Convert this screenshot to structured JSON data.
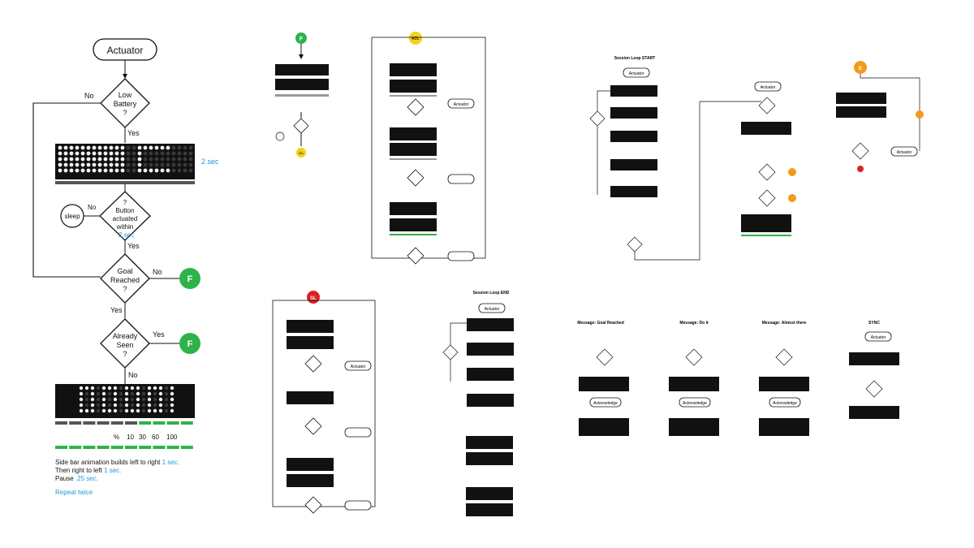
{
  "main_flow": {
    "start": "Actuator",
    "low_battery": [
      "Low",
      "Battery",
      "?"
    ],
    "yes": "Yes",
    "no": "No",
    "sleep": "sleep",
    "screen_time": "2 sec",
    "button": [
      "?",
      "Button",
      "actuated",
      "within"
    ],
    "button_time": "2 sec",
    "goal": [
      "Goal",
      "Reached",
      "?"
    ],
    "already": [
      "Already",
      "Seen",
      "?"
    ],
    "f_badge": "F",
    "progress_labels": [
      "%",
      "10",
      "30",
      "60",
      "100"
    ],
    "notes": [
      {
        "text": "Side bar animation builds left to right ",
        "value": "1 sec."
      },
      {
        "text": "Then right to left ",
        "value": "1 sec."
      },
      {
        "text": "Pause ",
        "value": ".25 sec."
      }
    ],
    "repeat": "Repeat twice"
  },
  "panels": {
    "f": {
      "badge": "F",
      "end_badge": "ADL"
    },
    "adl": {
      "badge": "ADL",
      "actuator": "Actuator"
    },
    "sl": {
      "badge": "SL",
      "actuator": "Actuator"
    },
    "session_start": {
      "title": "Session Loop START",
      "actuator": "Actuator"
    },
    "session_end": {
      "title": "Session Loop END",
      "actuator": "Actuator"
    },
    "e": {
      "badge": "E",
      "actuator": "Actuator"
    },
    "goal_msg": {
      "title": "Message: Goal Reached",
      "ack": "Acknowledge"
    },
    "do_it": {
      "title": "Message: Do it",
      "ack": "Acknowledge"
    },
    "almost": {
      "title": "Message: Almost there",
      "ack": "Acknowledge"
    },
    "sync": {
      "title": "SYNC",
      "actuator": "Actuator"
    }
  },
  "colors": {
    "green": "#2db34a",
    "yellow": "#f2d21b",
    "red": "#d8241f",
    "orange": "#f29b1c",
    "blue_text": "#1a9ad6",
    "screen": "#111111"
  }
}
